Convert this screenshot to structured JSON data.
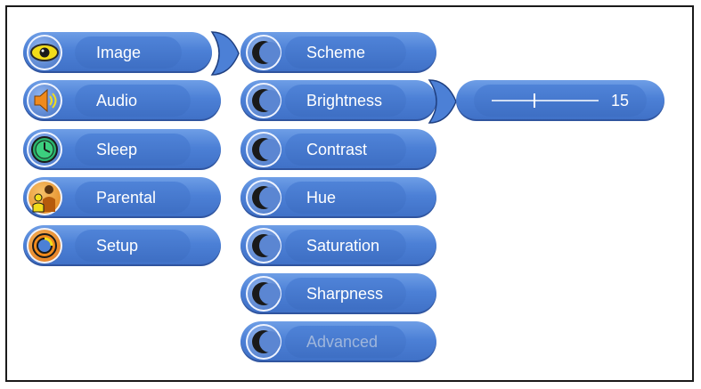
{
  "main_menu": {
    "items": [
      {
        "label": "Image",
        "icon": "eye-icon"
      },
      {
        "label": "Audio",
        "icon": "speaker-icon"
      },
      {
        "label": "Sleep",
        "icon": "clock-icon"
      },
      {
        "label": "Parental",
        "icon": "parent-child-icon"
      },
      {
        "label": "Setup",
        "icon": "setup-icon"
      }
    ]
  },
  "image_submenu": {
    "items": [
      {
        "label": "Scheme"
      },
      {
        "label": "Brightness"
      },
      {
        "label": "Contrast"
      },
      {
        "label": "Hue"
      },
      {
        "label": "Saturation"
      },
      {
        "label": "Sharpness"
      },
      {
        "label": "Advanced",
        "disabled": true
      }
    ]
  },
  "brightness_control": {
    "value_label": "15",
    "level": 0.4
  },
  "colors": {
    "pill": "#4c80d6",
    "pill_band": "#3e6fc4",
    "text": "#ffffff",
    "disabled_text": "#9fb6dc",
    "icon_yellow": "#f2dd1a",
    "icon_orange": "#f08a1c"
  }
}
